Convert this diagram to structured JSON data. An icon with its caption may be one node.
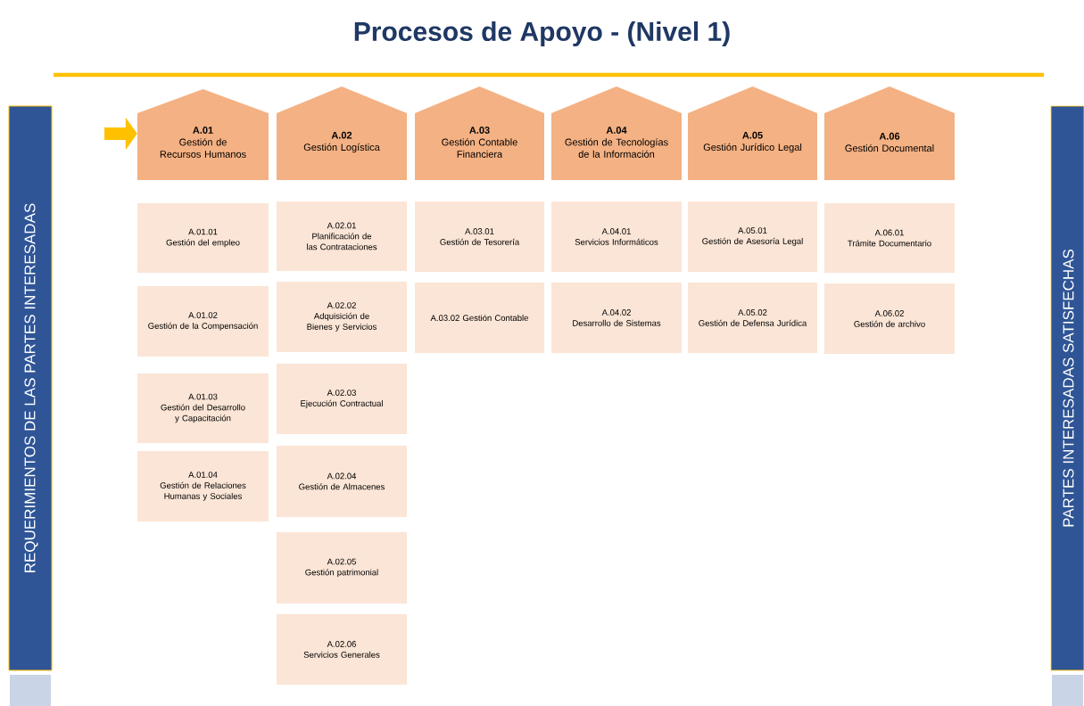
{
  "diagram": {
    "title": "Procesos de Apoyo - (Nivel 1)",
    "nodes": [
      {
        "text": [
          "REQUERIMIENTOS DE LAS PARTES INTERESADAS"
        ]
      },
      {
        "text": [
          "A.01",
          "Gestión de Recursos Humanos"
        ]
      },
      {
        "text": [
          "A.02",
          "Gestión Logística"
        ]
      },
      {
        "text": [
          "A.03",
          "Gestión Contable Financiera"
        ]
      },
      {
        "text": [
          "A.04",
          "Gestión de Tecnologías de la Información"
        ]
      },
      {
        "text": [
          "A.05",
          "Gestión Jurídico Legal"
        ]
      },
      {
        "text": [
          "A.06",
          "Gestión Documental"
        ]
      },
      {
        "text": [
          "A.01.01",
          "Gestión del empleo"
        ]
      },
      {
        "text": [
          "A.01.02",
          "Gestión de la Compensación"
        ]
      },
      {
        "text": [
          "A.01.03",
          "Gestión del Desarrollo y Capacitación"
        ]
      },
      {
        "text": [
          "A.01.04",
          "Gestión de Relaciones Humanas y Sociales"
        ]
      },
      {
        "text": [
          "A.02.01",
          "Planificación de las Contrataciones"
        ]
      },
      {
        "text": [
          "A.02.02",
          "Adquisición de Bienes y Servicios"
        ]
      },
      {
        "text": [
          "A.02.03",
          "Ejecución Contractual"
        ]
      },
      {
        "text": [
          "A.02.04",
          "Gestión de Almacenes"
        ]
      },
      {
        "text": [
          "A.02.05",
          "Gestión patrimonial"
        ]
      },
      {
        "text": [
          "A.02.06",
          "Servicios Generales"
        ]
      },
      {
        "text": [
          "A.03.01",
          "Gestión de Tesorería"
        ]
      },
      {
        "text": [
          "A.03.02 Gestión Contable"
        ]
      },
      {
        "text": [
          "A.04.01",
          "Servicios Informáticos"
        ]
      },
      {
        "text": [
          "A.04.02",
          "Desarrollo de Sistemas"
        ]
      },
      {
        "text": [
          "A.05.01",
          "Gestión de Asesoría Legal"
        ]
      },
      {
        "text": [
          "A.05.02",
          "Gestión de Defensa Jurídica"
        ]
      },
      {
        "text": [
          "A.06.01",
          "Trámite Documentario"
        ]
      },
      {
        "text": [
          "A.06.02",
          "Gestión de archivo"
        ]
      },
      {
        "text": [
          "PARTES INTERESADAS SATISFECHAS"
        ]
      }
    ],
    "edges": [
      {
        "from": null,
        "to": 1,
        "arrow": "to"
      }
    ]
  }
}
